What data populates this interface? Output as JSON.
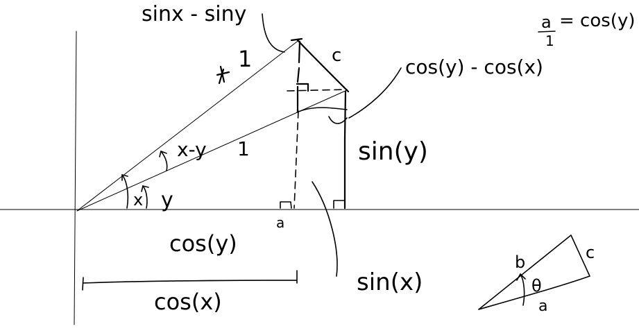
{
  "labels": {
    "sin_x_minus_sin_y": "sinx - siny",
    "one_top": "1",
    "c_top": "c",
    "cos_y_minus_cos_x": "cos(y) - cos(x)",
    "a_over_1_num": "a",
    "a_over_1_den": "1",
    "eq_cos_y": "= cos(y)",
    "x_minus_y": "x-y",
    "one_mid": "1",
    "sin_y": "sin(y)",
    "angle_x": "x",
    "angle_y": "y",
    "a_small": "a",
    "cos_y_bottom": "cos(y)",
    "cos_x_bottom": "cos(x)",
    "sin_x": "sin(x)",
    "legend_b": "b",
    "legend_theta": "θ",
    "legend_c": "c",
    "legend_a": "a"
  }
}
